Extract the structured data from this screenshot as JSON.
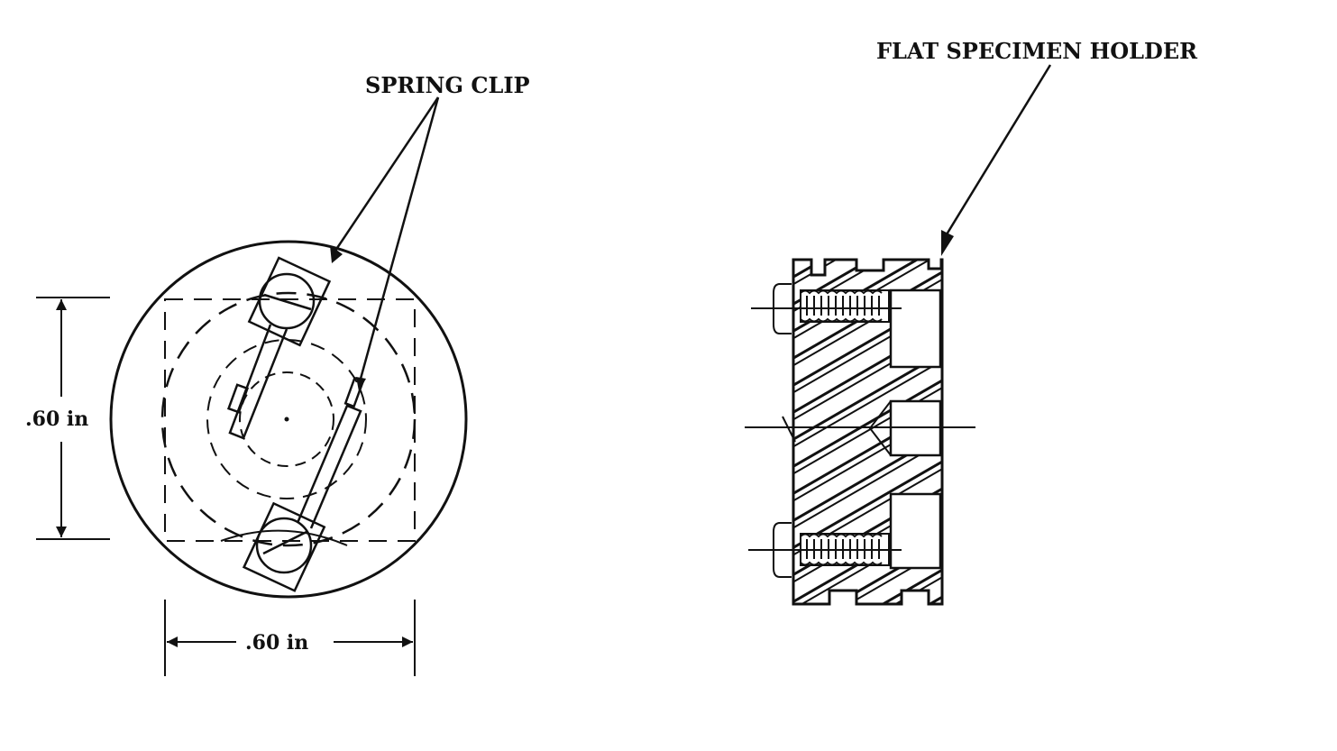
{
  "labels": {
    "spring_clip": "SPRING CLIP",
    "flat_specimen_holder": "FLAT SPECIMEN HOLDER"
  },
  "dimensions": {
    "height": ".60 in",
    "width": ".60 in"
  }
}
